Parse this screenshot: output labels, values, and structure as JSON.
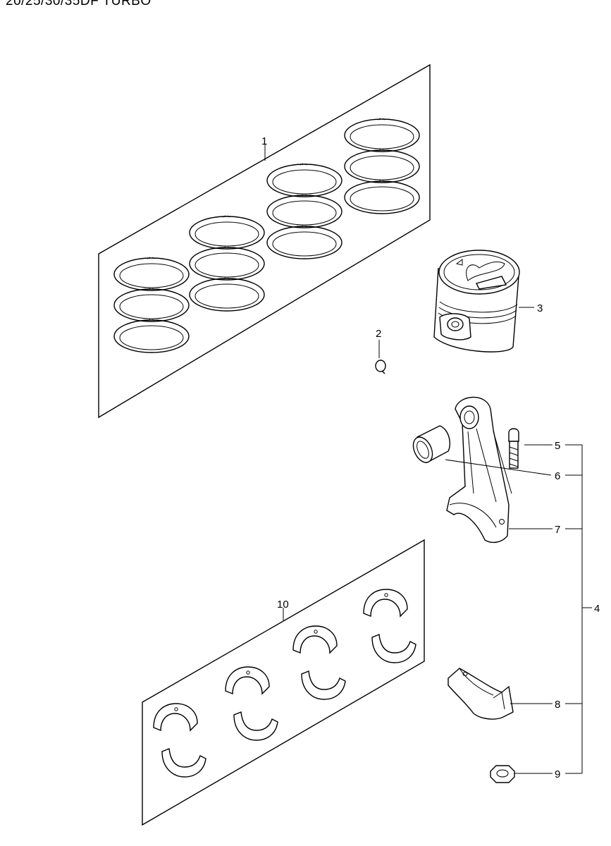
{
  "header": {
    "title": "20/25/30/35DF TURBO"
  },
  "callouts": {
    "c1": "1",
    "c2": "2",
    "c3": "3",
    "c4": "4",
    "c5": "5",
    "c6": "6",
    "c7": "7",
    "c8": "8",
    "c9": "9",
    "c10": "10"
  }
}
